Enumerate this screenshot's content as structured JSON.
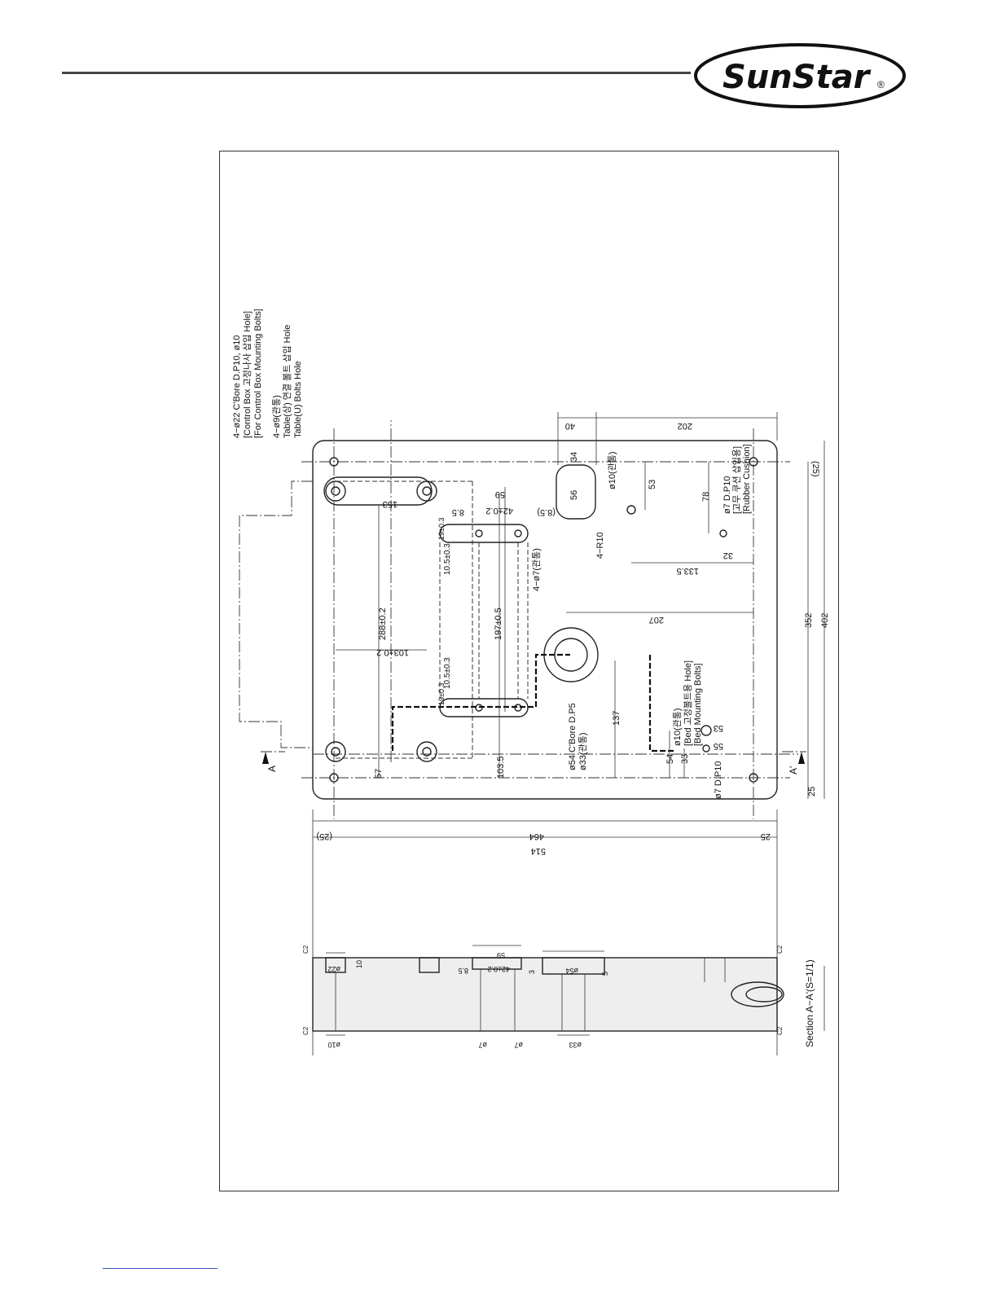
{
  "brand": {
    "logo_text": "SunStar",
    "registered_mark": "®"
  },
  "drawing": {
    "control_box_note": {
      "spec": "4−ø22 C'Bore D.P10, ø10",
      "kr": "[Control Box 고정나사 삽입 Hole]",
      "en": "[For Control Box Mounting Bolts]"
    },
    "table_bolt_note": {
      "spec": "4−ø9(관통)",
      "kr": "Table(상) 연결 볼트 삽입 Hole",
      "en": "Table(U) Bolts Hole"
    },
    "bed_bolt_note": {
      "spec": "ø10(관통)",
      "kr": "[Bed 고정볼트용 Hole]",
      "en": "[Bed Mounting Bolts]"
    },
    "center_hole_note": {
      "spec": "ø54 C'Bore D.P5",
      "sub": "ø33(관통)"
    },
    "rubber_note": {
      "spec": "ø7 D.P10",
      "kr": "[고무 쿠션 삽입용]",
      "en": "[Rubber Cushion]"
    },
    "slot_note": "4−ø7(관통)",
    "corner_note": "4−R10",
    "small_hole_note": "ø10(관통)",
    "bottom_hole_note": "ø7 D.P10",
    "section_marker": "A",
    "section_marker_prime": "A'",
    "section_title": "Section A−A'(S=1/1)",
    "dims": {
      "d40": "40",
      "d202": "202",
      "d25a": "(25)",
      "d352": "352",
      "d402": "402",
      "d25b": "25",
      "d34": "34",
      "d56": "56",
      "d53a": "53",
      "d78": "78",
      "d32": "32",
      "d133": "133.5",
      "d207": "207",
      "d53b": "53",
      "d55": "55",
      "d54": "54",
      "d33": "33",
      "d137": "137",
      "d103b": "103.5",
      "d57": "57",
      "d288": "288±0.2",
      "d103a": "103±0.2",
      "d153": "153",
      "d59": "59",
      "d85": "8.5",
      "d42": "42±0.2",
      "d85p": "(8.5)",
      "d19a": "19±0.3",
      "d105a": "10.5±0.3",
      "d197": "197±0.5",
      "d105b": "10.5±0.3",
      "d19b": "19±0.3",
      "d464": "464",
      "d25c": "(25)",
      "d25d": "25",
      "d514": "514"
    },
    "section_dims": {
      "s22": "ø22",
      "s10a": "10",
      "s85": "8.5",
      "s42": "42±0.2",
      "s59": "59",
      "s3": "3",
      "s54": "ø54",
      "s5": "5",
      "s10b": "ø10",
      "s7a": "ø7",
      "s7b": "ø7",
      "s33": "ø33",
      "c2a": "C2",
      "c2b": "C2",
      "c2c": "C2",
      "c2d": "C2"
    }
  }
}
